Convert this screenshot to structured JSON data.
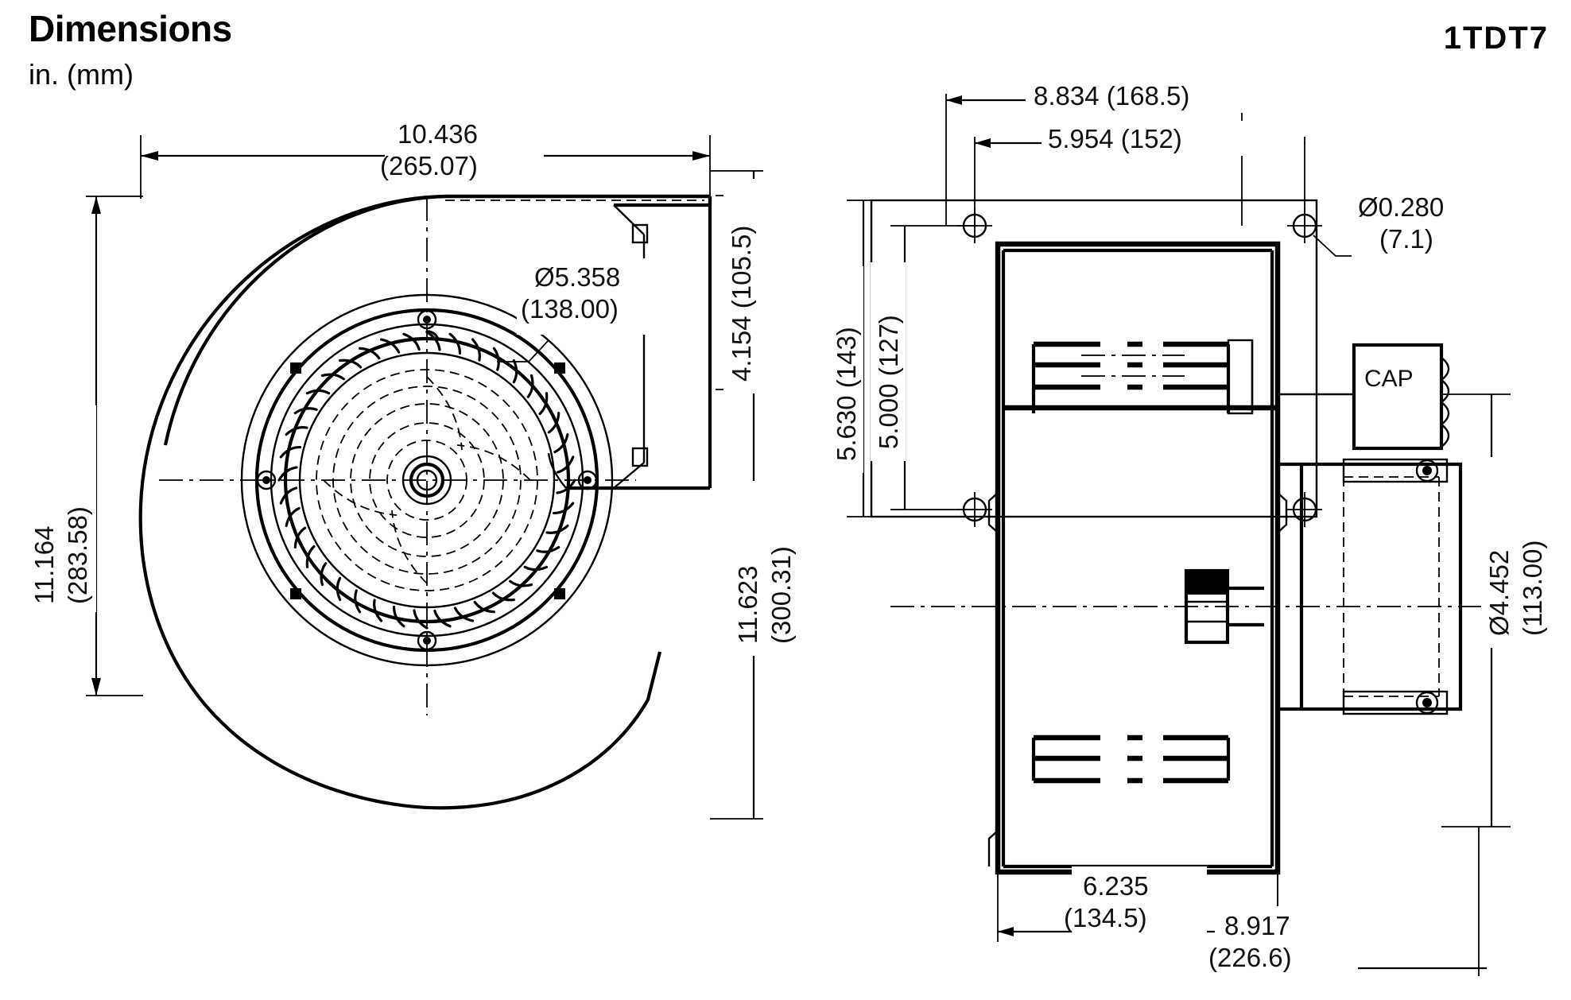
{
  "title": {
    "main": "Dimensions",
    "units": "in. (mm)"
  },
  "part_number": "1TDT7",
  "front_view": {
    "dimensions": {
      "overall_width": {
        "in": "10.436",
        "mm": "(265.07)"
      },
      "overall_height": {
        "in": "11.164",
        "mm": "(283.58)"
      },
      "outlet_height": {
        "in": "4.154 (105.5)"
      },
      "overall_depth_vertical": {
        "in": "11.623",
        "mm": "(300.31)"
      },
      "wheel_diameter": {
        "in": "Ø5.358",
        "mm": "(138.00)"
      }
    }
  },
  "side_view": {
    "dimensions": {
      "flange_width": {
        "in": "8.834 (168.5)"
      },
      "hole_spacing_width": {
        "in": "5.954 (152)"
      },
      "flange_height": {
        "in": "5.630 (143)"
      },
      "hole_spacing_height": {
        "in": "5.000 (127)"
      },
      "mounting_hole_dia": {
        "in": "Ø0.280",
        "mm": "(7.1)"
      },
      "motor_diameter": {
        "in": "Ø4.452",
        "mm": "(113.00)"
      },
      "housing_depth": {
        "in": "6.235",
        "mm": "(134.5)"
      },
      "overall_depth": {
        "in": "8.917",
        "mm": "(226.6)"
      }
    },
    "labels": {
      "capacitor": "CAP"
    }
  },
  "colors": {
    "ink": "#000000",
    "paper": "#ffffff"
  }
}
